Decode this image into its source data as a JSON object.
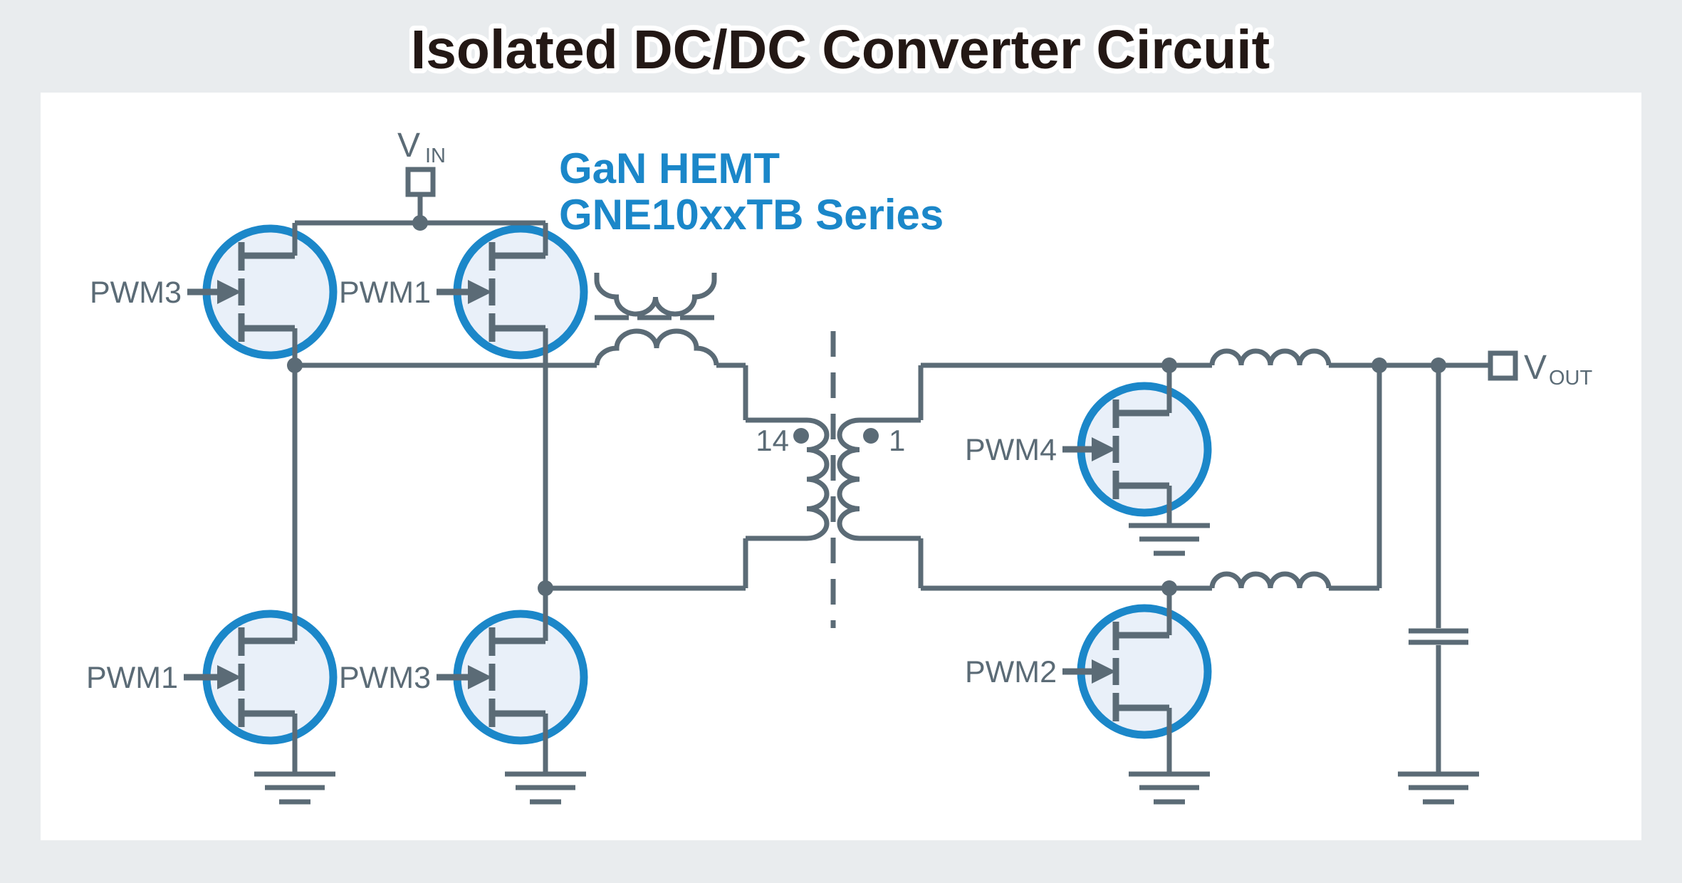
{
  "title": "Isolated DC/DC Converter Circuit",
  "device_note": {
    "line1": "GaN HEMT",
    "line2": "GNE10xxTB Series"
  },
  "terminals": {
    "vin": {
      "letter": "V",
      "subscript": "IN"
    },
    "vout": {
      "letter": "V",
      "subscript": "OUT"
    }
  },
  "gate_labels": {
    "primary_high_left": "PWM3",
    "primary_high_right": "PWM1",
    "primary_low_left": "PWM1",
    "primary_low_right": "PWM3",
    "secondary_top": "PWM4",
    "secondary_bottom": "PWM2"
  },
  "transformer": {
    "primary_turns": "14",
    "secondary_turns": "1"
  },
  "colors": {
    "accent_blue": "#1b87c9",
    "wire_gray": "#5b6b76",
    "transistor_fill": "#e9f0f9",
    "page_background": "#e9ecee",
    "canvas_white": "#ffffff",
    "title_ink": "#231815"
  }
}
